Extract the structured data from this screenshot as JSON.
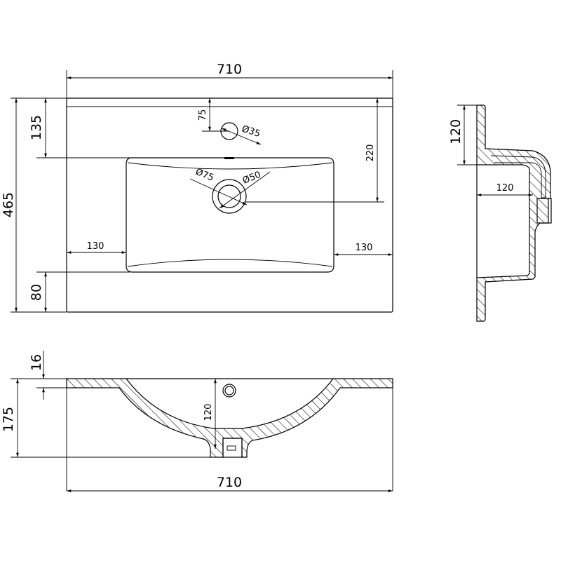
{
  "drawing": {
    "line_color": "#000000",
    "background": "#ffffff",
    "top_view": {
      "width": "710",
      "depth": "465",
      "back_to_basin": "135",
      "basin_to_front": "80",
      "back_to_overflow": "75",
      "overflow_diameter": "Ø35",
      "back_to_drain": "220",
      "drain_outer_diameter": "Ø75",
      "drain_inner_diameter": "Ø50",
      "left_margin": "130",
      "right_margin": "130"
    },
    "front_section": {
      "slab_thickness": "16",
      "total_height": "175",
      "basin_depth": "120",
      "width": "710"
    },
    "side_section": {
      "height": "120",
      "depth": "120"
    }
  }
}
